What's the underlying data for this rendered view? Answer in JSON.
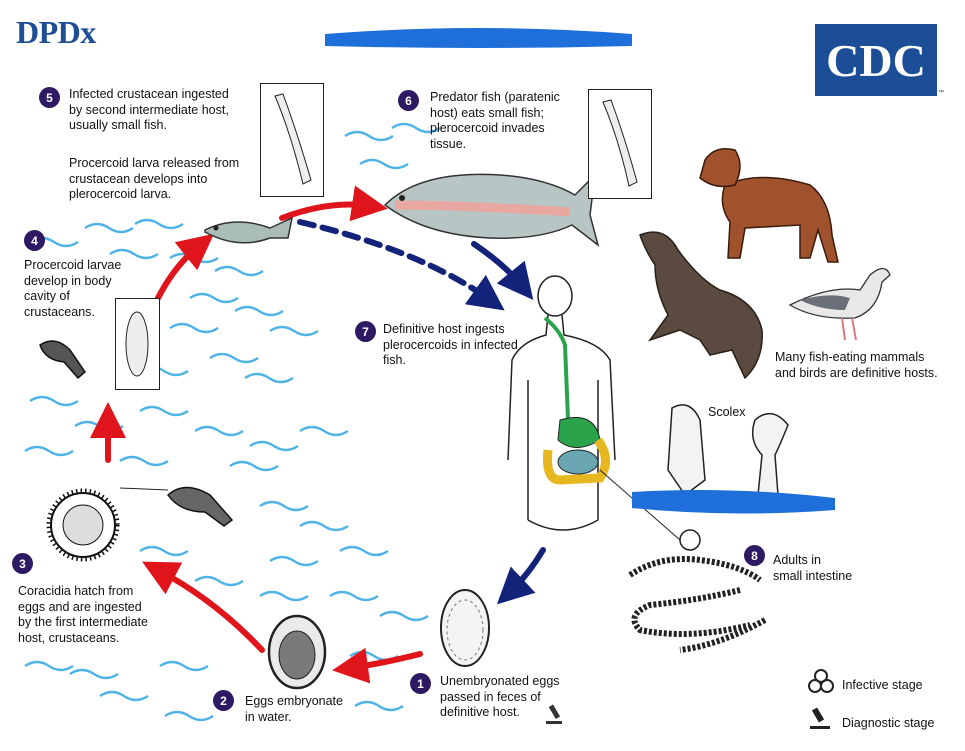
{
  "header": {
    "logo_left": "DPDx",
    "logo_right": "CDC",
    "tm": "™"
  },
  "steps": [
    {
      "num": "1",
      "text": "Unembryonated eggs\npassed in feces of\ndefinitive host."
    },
    {
      "num": "2",
      "text": "Eggs embryonate\nin water."
    },
    {
      "num": "3",
      "text": "Coracidia hatch from\neggs and are ingested\nby the first intermediate\nhost, crustaceans."
    },
    {
      "num": "4",
      "text": "Procercoid larvae\ndevelop in body\ncavity of\ncrustaceans."
    },
    {
      "num": "5",
      "text": "Infected crustacean ingested\nby second intermediate host,\nusually small fish."
    },
    {
      "num": "6",
      "text": "Predator fish (paratenic\nhost) eats small fish;\nplerocercoid invades\ntissue."
    },
    {
      "num": "7",
      "text": "Definitive host ingests\nplerocercoids in infected\nfish."
    },
    {
      "num": "8",
      "text": "Adults in\nsmall intestine"
    }
  ],
  "labels": {
    "procercoid_release": "Procercoid larva released from\ncrustacean develops into\nplerocercoid larva.",
    "definitive_hosts": "Many fish-eating mammals\nand birds are definitive hosts.",
    "scolex": "Scolex"
  },
  "legend": {
    "infective": "Infective stage",
    "diagnostic": "Diagnostic stage"
  },
  "colors": {
    "badge": "#2e1a63",
    "red_arrow": "#e0141b",
    "blue_arrow": "#14237a",
    "water": "#4fb3e8",
    "redaction": "#1e6fd9",
    "cdc_blue": "#1c4d97"
  }
}
